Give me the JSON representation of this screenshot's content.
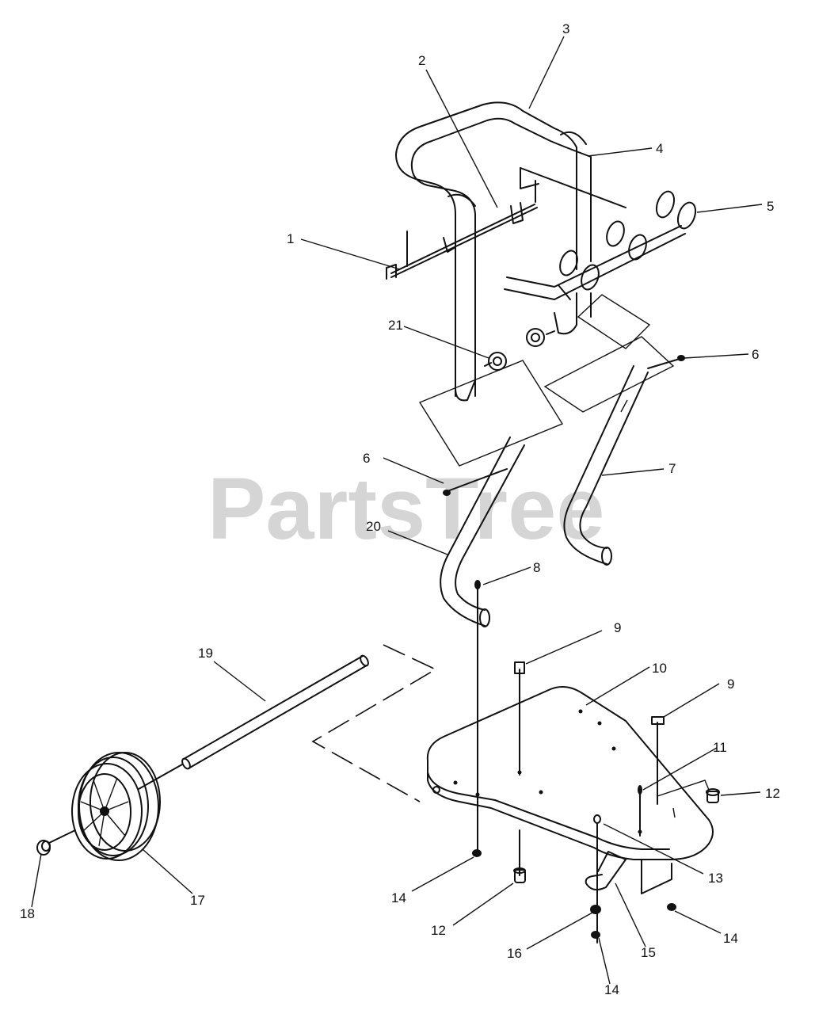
{
  "watermark": "PartsTree",
  "callouts": [
    {
      "id": "1",
      "label": "1"
    },
    {
      "id": "2",
      "label": "2"
    },
    {
      "id": "3",
      "label": "3"
    },
    {
      "id": "4",
      "label": "4"
    },
    {
      "id": "5",
      "label": "5"
    },
    {
      "id": "6a",
      "label": "6"
    },
    {
      "id": "6b",
      "label": "6"
    },
    {
      "id": "7",
      "label": "7"
    },
    {
      "id": "8",
      "label": "8"
    },
    {
      "id": "9a",
      "label": "9"
    },
    {
      "id": "9b",
      "label": "9"
    },
    {
      "id": "10",
      "label": "10"
    },
    {
      "id": "11",
      "label": "11"
    },
    {
      "id": "12a",
      "label": "12"
    },
    {
      "id": "12b",
      "label": "12"
    },
    {
      "id": "13",
      "label": "13"
    },
    {
      "id": "14a",
      "label": "14"
    },
    {
      "id": "14b",
      "label": "14"
    },
    {
      "id": "14c",
      "label": "14"
    },
    {
      "id": "15",
      "label": "15"
    },
    {
      "id": "16",
      "label": "16"
    },
    {
      "id": "17",
      "label": "17"
    },
    {
      "id": "18",
      "label": "18"
    },
    {
      "id": "19",
      "label": "19"
    },
    {
      "id": "20",
      "label": "20"
    },
    {
      "id": "21",
      "label": "21"
    }
  ]
}
